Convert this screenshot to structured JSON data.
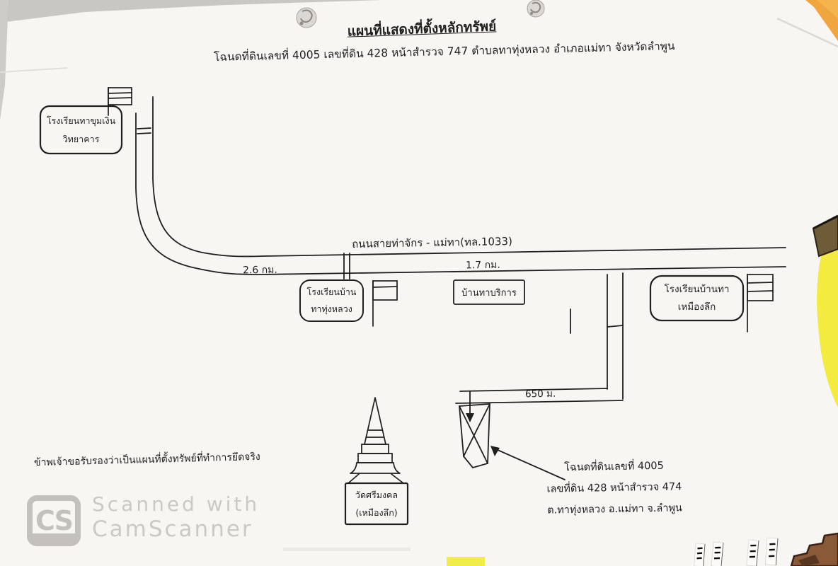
{
  "header": {
    "title": "แผนที่แสดงที่ตั้งหลักทรัพย์",
    "subtitle": "โฉนดที่ดินเลขที่ 4005 เลขที่ดิน 428 หน้าสำรวจ 747  ตำบลทาทุ่งหลวง  อำเภอแม่ทา  จังหวัดลำพูน"
  },
  "map": {
    "road_label": "ถนนสายท่าจักร - แม่ทา(ทล.1033)",
    "distance_left": "2.6 กม.",
    "distance_right": "1.7 กม.",
    "distance_side": "650 ม.",
    "landmarks": {
      "school_nw": {
        "line1": "โรงเรียนทาขุมเงิน",
        "line2": "วิทยาคาร"
      },
      "school_mid": {
        "line1": "โรงเรียนบ้าน",
        "line2": "ทาทุ่งหลวง"
      },
      "ban_tha": {
        "label": "บ้านทาบริการ"
      },
      "school_e": {
        "line1": "โรงเรียนบ้านทา",
        "line2": "เหมืองลึก"
      },
      "wat": {
        "line1": "วัดศรีมงคล",
        "line2": "(เหมืองลึก)"
      }
    },
    "parcel_note": {
      "line1": "โฉนดที่ดินเลขที่ 4005",
      "line2": "เลขที่ดิน 428 หน้าสำรวจ 474",
      "line3": "ต.ทาทุ่งหลวง อ.แม่ทา จ.ลำพูน"
    }
  },
  "footer": {
    "certification": "ข้าพเจ้าขอรับรองว่าเป็นแผนที่ตั้งทรัพย์ที่ทำการยึดจริง"
  },
  "watermark": {
    "logo": "CS",
    "line1": "Scanned with",
    "line2": "CamScanner",
    "color": "#cbc8c5"
  },
  "scan_artifacts": {
    "folder_color": "#f1a53e",
    "yellow_edge_color": "#f3ec3e",
    "corner_paper_color": "#8a5a38",
    "highlight_color": "#f0ed49",
    "scanner_bed_gray": "#c9c7c3"
  }
}
